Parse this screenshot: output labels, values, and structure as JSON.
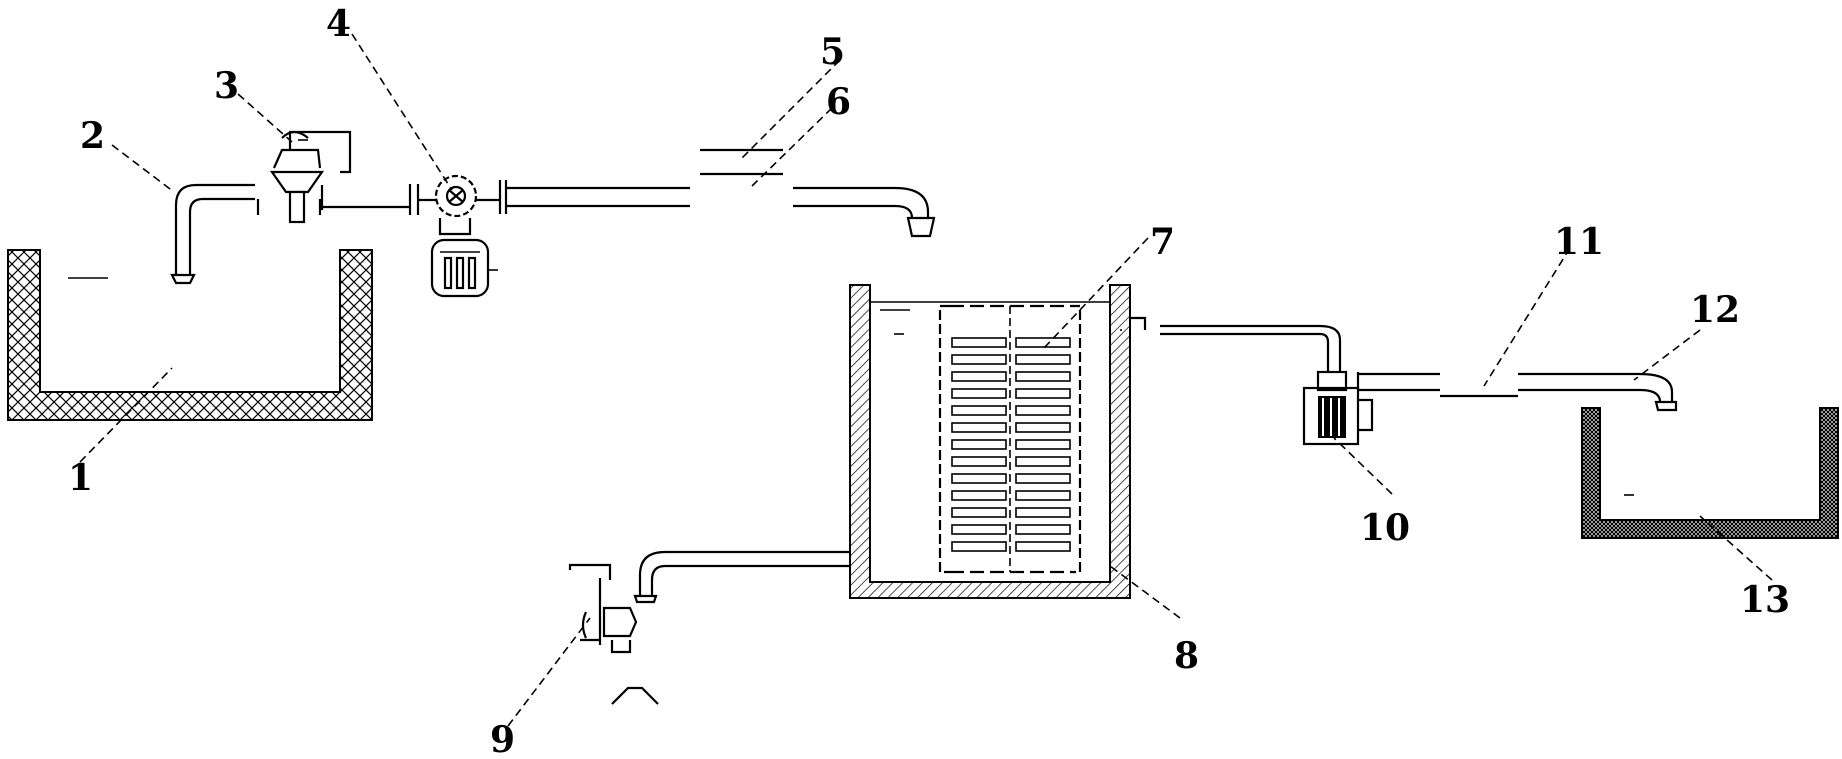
{
  "diagram": {
    "labels": {
      "l1": "1",
      "l2": "2",
      "l3": "3",
      "l4": "4",
      "l5": "5",
      "l6": "6",
      "l7": "7",
      "l8": "8",
      "l9": "9",
      "l10": "10",
      "l11": "11",
      "l12": "12",
      "l13": "13"
    }
  }
}
